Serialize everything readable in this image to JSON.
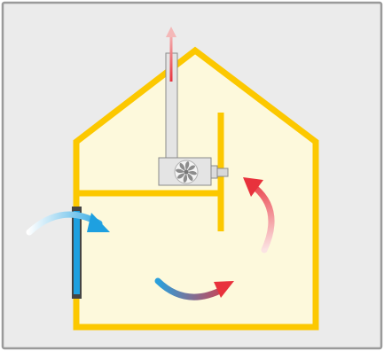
{
  "diagram": {
    "subject": "house-ventilation-airflow",
    "colors": {
      "frame_border": "#9a9a9a",
      "panel_background": "#ebebeb",
      "house_fill": "#fdf9dc",
      "house_outline": "#fcc800",
      "window": "#1ea0e0",
      "window_frame": "#444444",
      "cool_air": "#1ea0e0",
      "warm_air": "#e8323c",
      "duct_fill": "#e4e4e4",
      "duct_stroke": "#8a8a8a"
    },
    "icons": {
      "fan": "fan-icon",
      "exhaust": "exhaust-arrow-icon",
      "inflow": "fresh-air-inflow-arrow",
      "flow": "room-airflow-arrow",
      "rise": "rising-air-arrow"
    }
  }
}
